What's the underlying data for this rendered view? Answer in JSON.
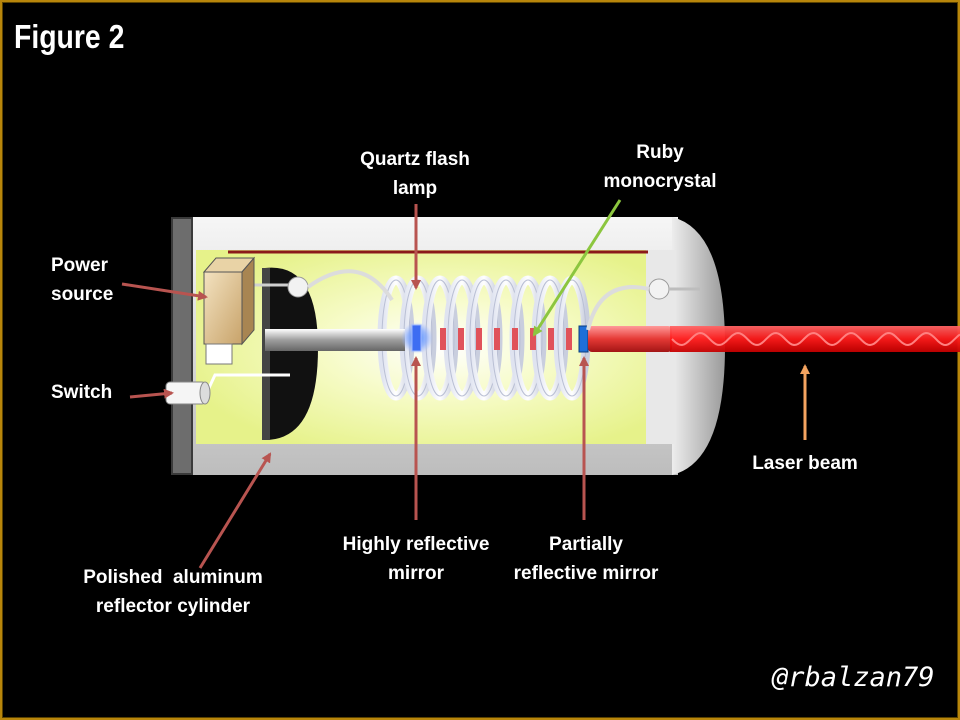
{
  "figure_title": "Figure 2",
  "labels": {
    "quartz_flash_lamp": "Quartz flash\nlamp",
    "ruby_monocrystal": "Ruby\nmonocrystal",
    "power_source": "Power\nsource",
    "switch": "Switch",
    "laser_beam": "Laser beam",
    "highly_reflective_mirror": "Highly reflective\nmirror",
    "partially_reflective_mirror": "Partially\nreflective mirror",
    "polished_aluminum_reflector": "Polished  aluminum\nreflector cylinder"
  },
  "watermark": "@rbalzan79",
  "colors": {
    "frame_border": "#b8860b",
    "background": "#000000",
    "label_text": "#ffffff",
    "pointer_arrow": "#b85450",
    "ruby_pointer": "#8cc63f",
    "laser_pointer": "#f4a460",
    "laser_beam": "#ff2a2a",
    "pump_glow": "#f3f9b0"
  }
}
